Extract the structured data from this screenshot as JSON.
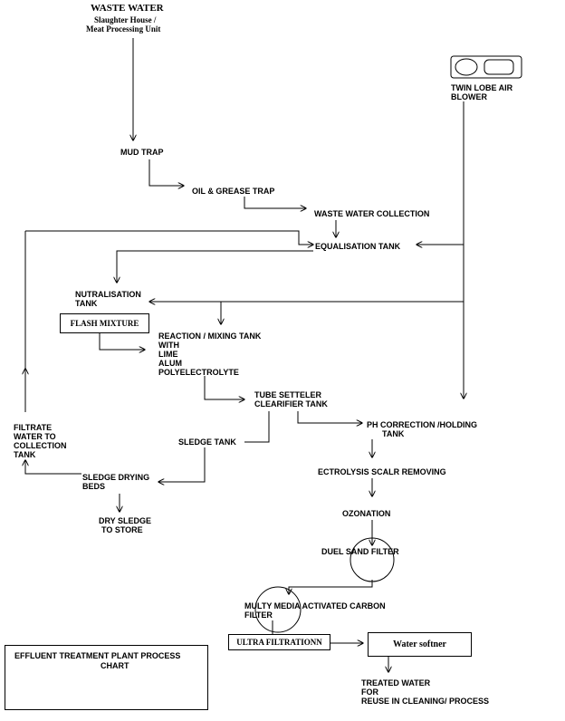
{
  "nodes": {
    "waste_water": {
      "title": "WASTE WATER",
      "line1": "Slaughter House /",
      "line2": "Meat Processing Unit"
    },
    "twin_lobe": {
      "line1": "TWIN LOBE AIR",
      "line2": "BLOWER"
    },
    "mud_trap": "MUD TRAP",
    "oil_grease": "OIL & GREASE TRAP",
    "ww_collection": "WASTE WATER COLLECTION",
    "equalisation": "EQUALISATION TANK",
    "nutralisation": {
      "line1": "NUTRALISATION",
      "line2": "TANK"
    },
    "flash_mixture": "FLASH MIXTURE",
    "reaction": {
      "line1": "REACTION / MIXING TANK",
      "line2": "WITH",
      "line3": "LIME",
      "line4": "ALUM",
      "line5": "POLYELECTROLYTE"
    },
    "tube_setteler": {
      "line1": "TUBE SETTELER",
      "line2": "CLEARIFIER  TANK"
    },
    "ph_correction": {
      "line1": "PH CORRECTION /HOLDING",
      "line2": "TANK"
    },
    "sledge_tank": "SLEDGE TANK",
    "filtrate": {
      "line1": "FILTRATE",
      "line2": "WATER  TO",
      "line3": "COLLECTION",
      "line4": "TANK"
    },
    "drying_beds": {
      "line1": "SLEDGE DRYING",
      "line2": "BEDS"
    },
    "dry_sledge": {
      "line1": "DRY SLEDGE",
      "line2": "TO STORE"
    },
    "ectrolysis": "ECTROLYSIS SCALR REMOVING",
    "ozonation": "OZONATION",
    "duel_sand": "DUEL SAND FILTER",
    "multy_media": {
      "line1": "MULTY MEDIA ACTIVATED CARBON",
      "line2": "FILTER"
    },
    "ultra": "ULTRA FILTRATIONN",
    "softner": "Water softner",
    "treated": {
      "line1": "TREATED WATER",
      "line2": "FOR",
      "line3": "REUSE IN CLEANING/ PROCESS"
    }
  },
  "legend": {
    "line1": "EFFLUENT TREATMENT PLANT PROCESS",
    "line2": "CHART"
  }
}
